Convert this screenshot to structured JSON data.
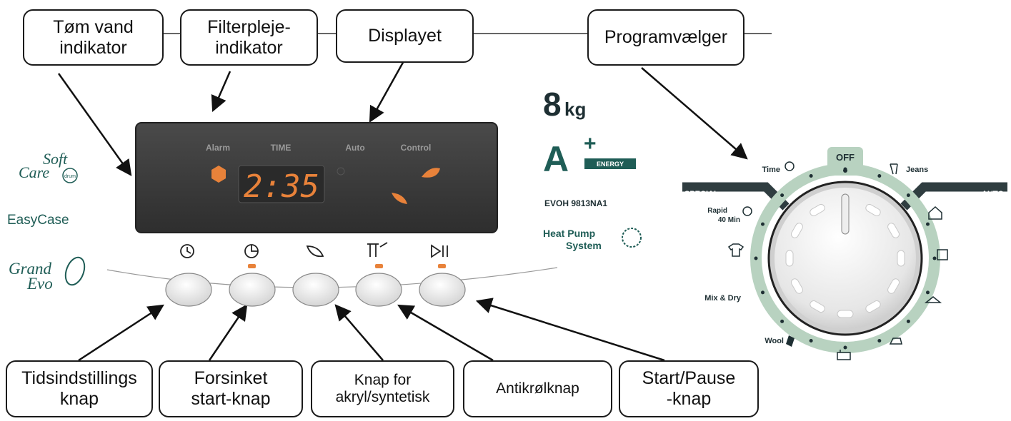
{
  "callouts": {
    "tom_vand": [
      "Tøm vand",
      "indikator"
    ],
    "filterpleje": [
      "Filterpleje-",
      "indikator"
    ],
    "displayet": [
      "Displayet"
    ],
    "programvaelger": [
      "Programvælger"
    ],
    "tidsindstilling": [
      "Tidsindstillings",
      "knap"
    ],
    "forsinket": [
      "Forsinket",
      "start-knap"
    ],
    "akryl": [
      "Knap for",
      "akryl/syntetisk"
    ],
    "antikrol": [
      "Antikrølknap"
    ],
    "start_pause": [
      "Start/Pause",
      "-knap"
    ]
  },
  "brands": {
    "soft": "Soft",
    "care": "Care",
    "drum": "drum",
    "easy_case": "EasyCase",
    "grand": "Grand",
    "evo": "Evo"
  },
  "display": {
    "labels": [
      "Alarm",
      "TIME",
      "Auto",
      "Control"
    ],
    "time": "2:35"
  },
  "spec": {
    "capacity_num": "8",
    "capacity_unit": "kg",
    "energy_class": "A",
    "energy_plus": "+",
    "energy_label": "ENERGY",
    "model": "EVOH 9813NA1",
    "heat_pump": [
      "Heat Pump",
      "System"
    ]
  },
  "dial": {
    "off": "OFF",
    "special": "SPECIAL",
    "auto": "AUTO",
    "time": "Time",
    "jeans": "Jeans",
    "rapid": [
      "Rapid",
      "40 Min"
    ],
    "mix_dry": "Mix & Dry",
    "wool": "Wool"
  },
  "colors": {
    "panel": "#3a3a3a",
    "led_orange": "#e8823a",
    "dial_green": "#b8d2c0",
    "brand_teal": "#1f5d56"
  }
}
